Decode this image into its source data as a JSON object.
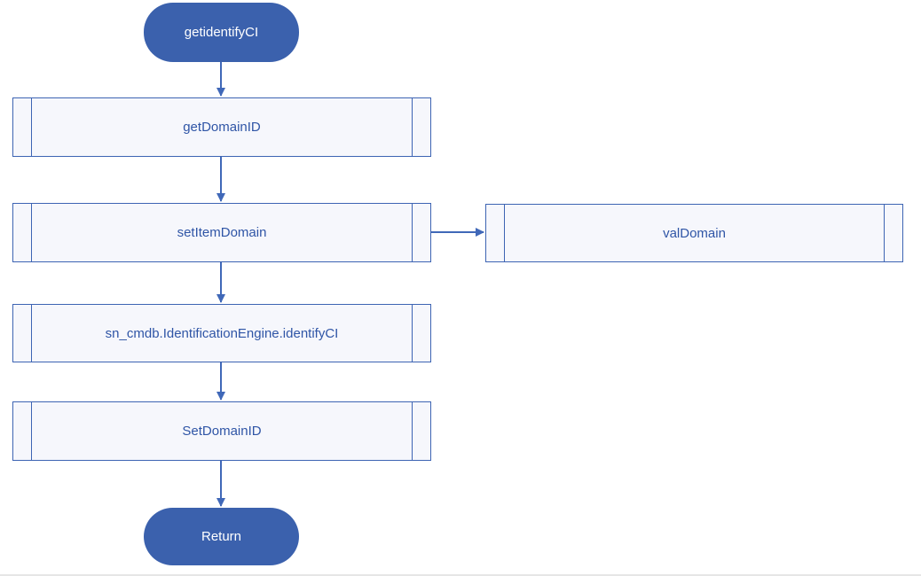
{
  "diagram": {
    "start": {
      "label": "getidentifyCI"
    },
    "steps": [
      {
        "id": "getDomainID",
        "label": "getDomainID"
      },
      {
        "id": "setItemDomain",
        "label": "setItemDomain"
      },
      {
        "id": "identifyCI",
        "label": "sn_cmdb.IdentificationEngine.identifyCI"
      },
      {
        "id": "SetDomainID",
        "label": "SetDomainID"
      }
    ],
    "side_step": {
      "label": "valDomain"
    },
    "end": {
      "label": "Return"
    },
    "colors": {
      "terminator_fill": "#3b61ad",
      "process_border": "#3d64b3",
      "process_fill": "#f6f7fc",
      "label_text": "#2f55a6",
      "connector": "#4068b8"
    }
  }
}
